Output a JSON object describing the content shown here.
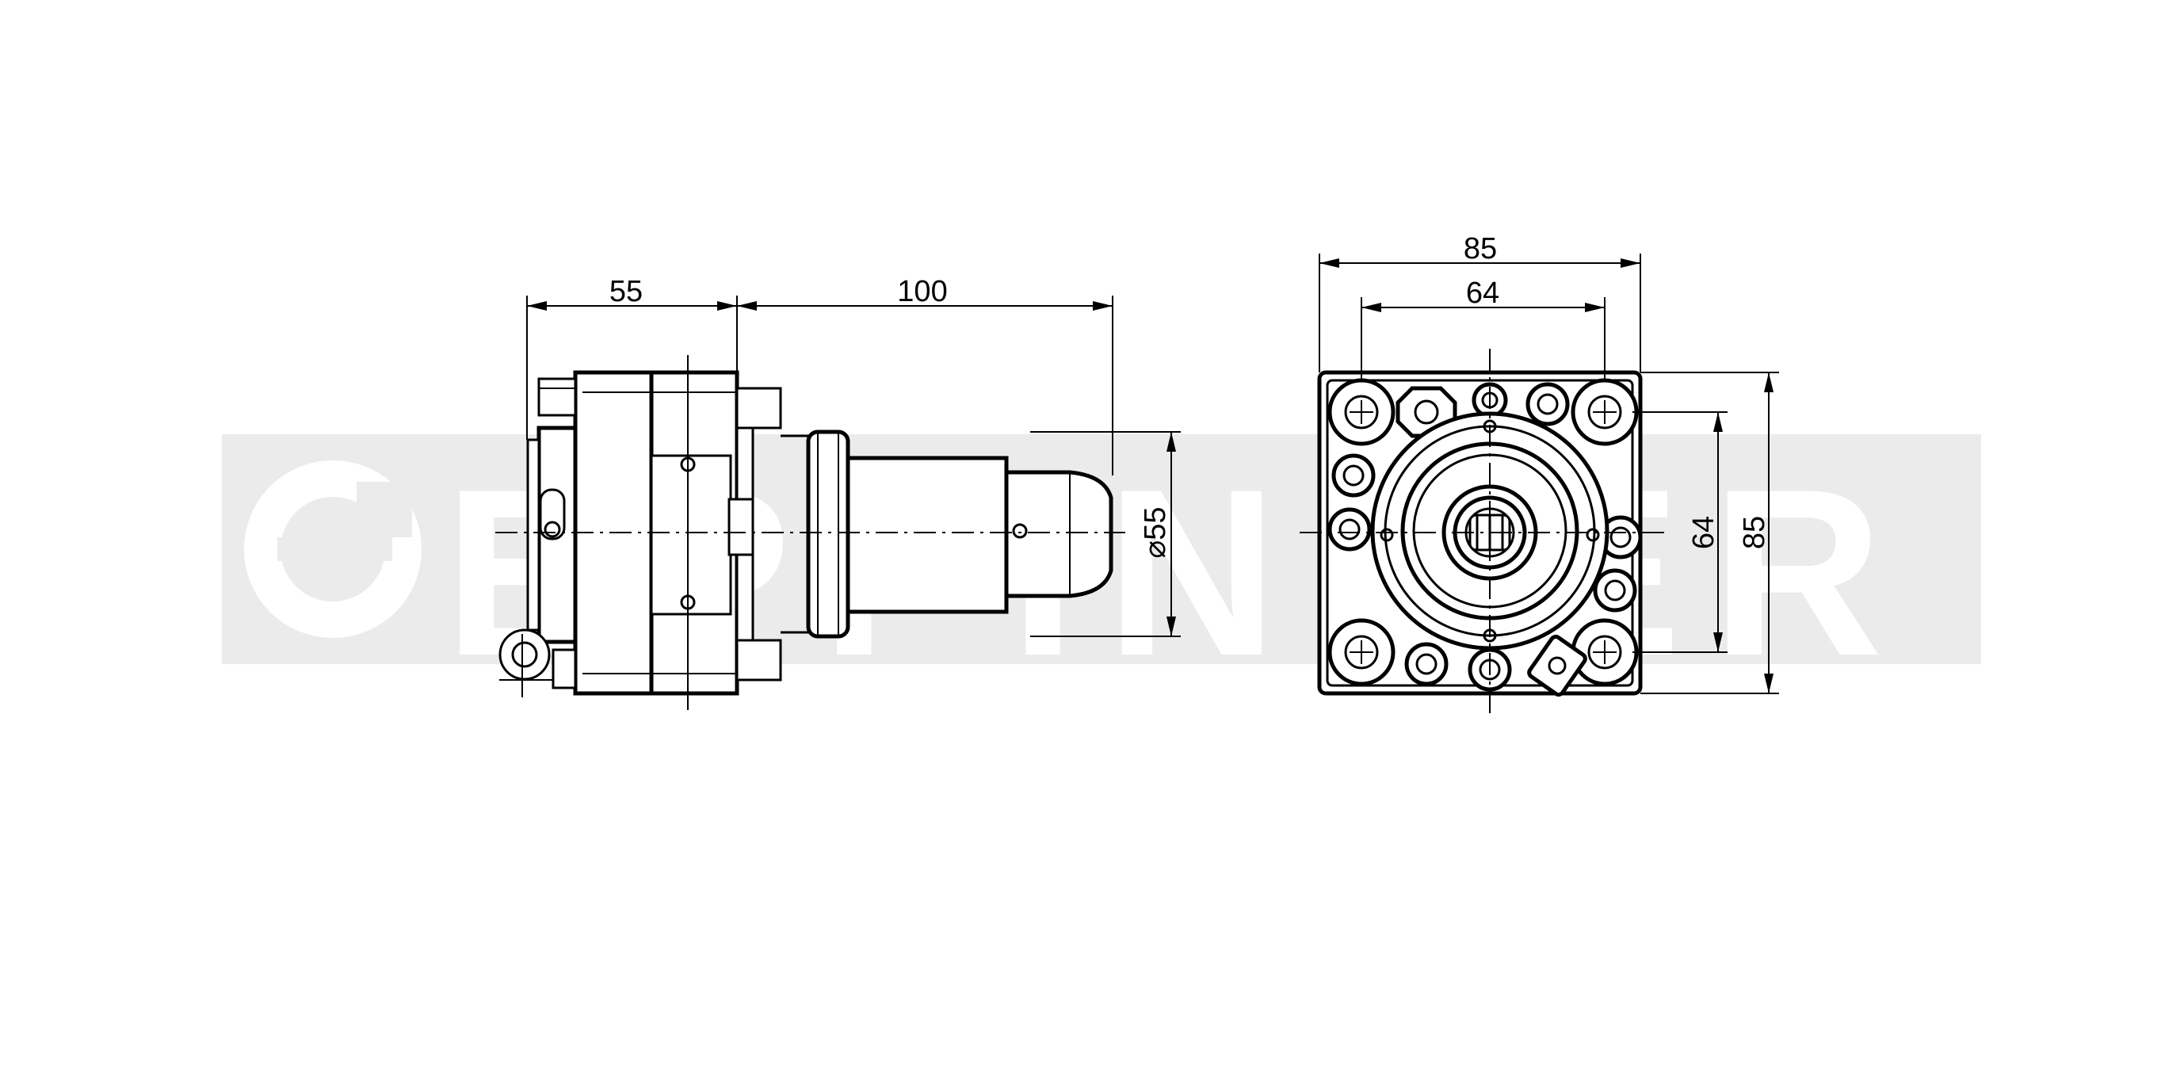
{
  "watermark": {
    "text": "EPPINGER",
    "color": "#ebebeb"
  },
  "side_view": {
    "dim_left_length": "55",
    "dim_total_length": "100",
    "dim_shank_diameter": "⌀55"
  },
  "front_view": {
    "dim_width_outer": "85",
    "dim_width_inner": "64",
    "dim_height_inner": "64",
    "dim_height_outer": "85"
  }
}
